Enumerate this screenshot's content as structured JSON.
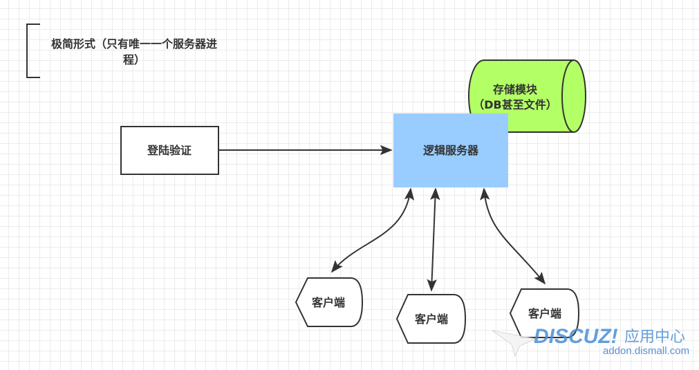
{
  "diagram": {
    "note": {
      "line1": "极简形式（只有唯一一个服务器进",
      "line2": "程）"
    },
    "login_box": {
      "label": "登陆验证",
      "fill": "#ffffff"
    },
    "logic_server": {
      "label": "逻辑服务器",
      "fill": "#99ccff"
    },
    "storage": {
      "line1": "存储模块",
      "line2": "（DB甚至文件）",
      "fill": "#b3ff66"
    },
    "clients": [
      {
        "label": "客户端"
      },
      {
        "label": "客户端"
      },
      {
        "label": "客户端"
      }
    ],
    "edges": [
      {
        "from": "登陆验证",
        "to": "逻辑服务器",
        "direction": "one-way"
      },
      {
        "from": "逻辑服务器",
        "to": "客户端",
        "direction": "two-way"
      },
      {
        "from": "逻辑服务器",
        "to": "客户端",
        "direction": "two-way"
      },
      {
        "from": "逻辑服务器",
        "to": "客户端",
        "direction": "two-way"
      }
    ]
  },
  "watermark": {
    "brand": "DISCUZ!",
    "cn": "应用中心",
    "url": "addon.dismall.com"
  }
}
